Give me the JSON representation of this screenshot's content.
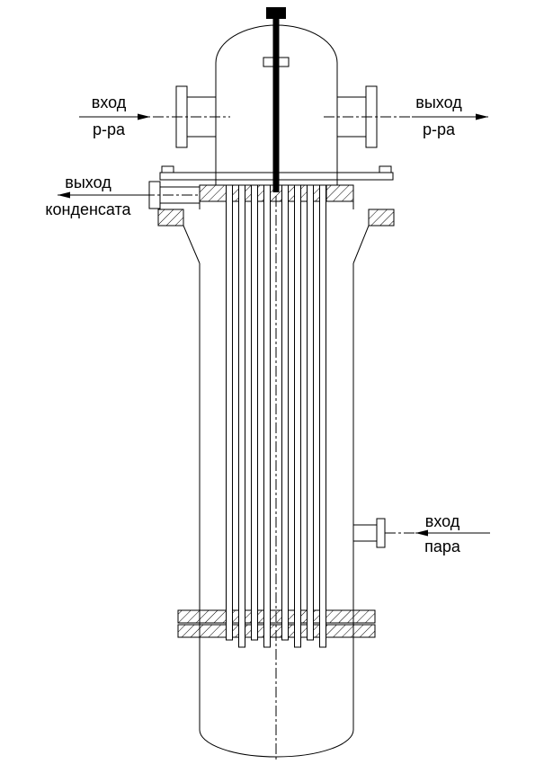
{
  "diagram": {
    "colors": {
      "line": "#000000",
      "background": "#ffffff"
    },
    "labels": {
      "solution_inlet": {
        "line1": "вход",
        "line2": "р-ра"
      },
      "solution_outlet": {
        "line1": "выход",
        "line2": "р-ра"
      },
      "condensate_outlet": {
        "line1": "выход",
        "line2": "конденсата"
      },
      "steam_inlet": {
        "line1": "вход",
        "line2": "пара"
      }
    }
  }
}
